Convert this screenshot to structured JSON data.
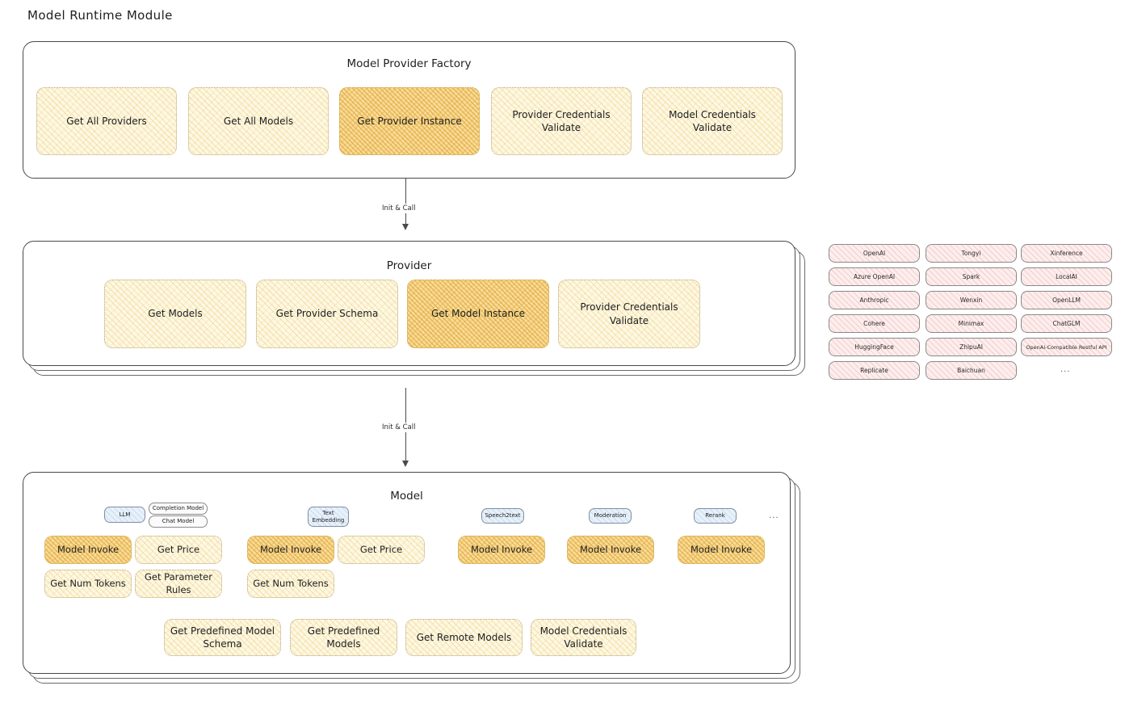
{
  "title": "Model Runtime Module",
  "sections": {
    "factory": {
      "title": "Model Provider Factory",
      "nodes": [
        {
          "label": "Get All Providers",
          "highlight": false
        },
        {
          "label": "Get All Models",
          "highlight": false
        },
        {
          "label": "Get Provider Instance",
          "highlight": true
        },
        {
          "label": "Provider Credentials Validate",
          "highlight": false
        },
        {
          "label": "Model Credentials Validate",
          "highlight": false
        }
      ]
    },
    "provider": {
      "title": "Provider",
      "nodes": [
        {
          "label": "Get Models",
          "highlight": false
        },
        {
          "label": "Get Provider Schema",
          "highlight": false
        },
        {
          "label": "Get Model Instance",
          "highlight": true
        },
        {
          "label": "Provider Credentials Validate",
          "highlight": false
        }
      ]
    },
    "model": {
      "title": "Model",
      "model_types": [
        {
          "badge": "LLM",
          "sub_badges": [
            "Completion Model",
            "Chat Model"
          ],
          "nodes": [
            {
              "label": "Model Invoke",
              "highlight": true
            },
            {
              "label": "Get Price",
              "highlight": false
            },
            {
              "label": "Get Num Tokens",
              "highlight": false
            },
            {
              "label": "Get Parameter Rules",
              "highlight": false
            }
          ]
        },
        {
          "badge": "Text Embedding",
          "sub_badges": [],
          "nodes": [
            {
              "label": "Model Invoke",
              "highlight": true
            },
            {
              "label": "Get Price",
              "highlight": false
            },
            {
              "label": "Get Num Tokens",
              "highlight": false
            }
          ]
        },
        {
          "badge": "Speech2text",
          "sub_badges": [],
          "nodes": [
            {
              "label": "Model Invoke",
              "highlight": true
            }
          ]
        },
        {
          "badge": "Moderation",
          "sub_badges": [],
          "nodes": [
            {
              "label": "Model Invoke",
              "highlight": true
            }
          ]
        },
        {
          "badge": "Rerank",
          "sub_badges": [],
          "nodes": [
            {
              "label": "Model Invoke",
              "highlight": true
            }
          ]
        }
      ],
      "more_types_mark": "...",
      "common_nodes": [
        {
          "label": "Get Predefined Model Schema"
        },
        {
          "label": "Get Predefined Models"
        },
        {
          "label": "Get Remote Models"
        },
        {
          "label": "Model Credentials Validate"
        }
      ]
    }
  },
  "arrows": [
    {
      "label": "Init & Call"
    },
    {
      "label": "Init & Call"
    }
  ],
  "provider_list": {
    "columns": [
      [
        "OpenAI",
        "Azure OpenAI",
        "Anthropic",
        "Cohere",
        "HuggingFace",
        "Replicate"
      ],
      [
        "Tongyi",
        "Spark",
        "Wenxin",
        "Minimax",
        "ZhipuAI",
        "Baichuan"
      ],
      [
        "Xinference",
        "LocalAI",
        "OpenLLM",
        "ChatGLM",
        "OpenAI-Compatible Restful API"
      ]
    ],
    "more_mark": "..."
  },
  "colors": {
    "node_fill": "#fdf8e4",
    "node_highlight_fill": "#f8dc9c",
    "pill_fill": "#fdeeee",
    "badge_fill": "#e8f1fa",
    "stroke": "#4a4a4a"
  }
}
